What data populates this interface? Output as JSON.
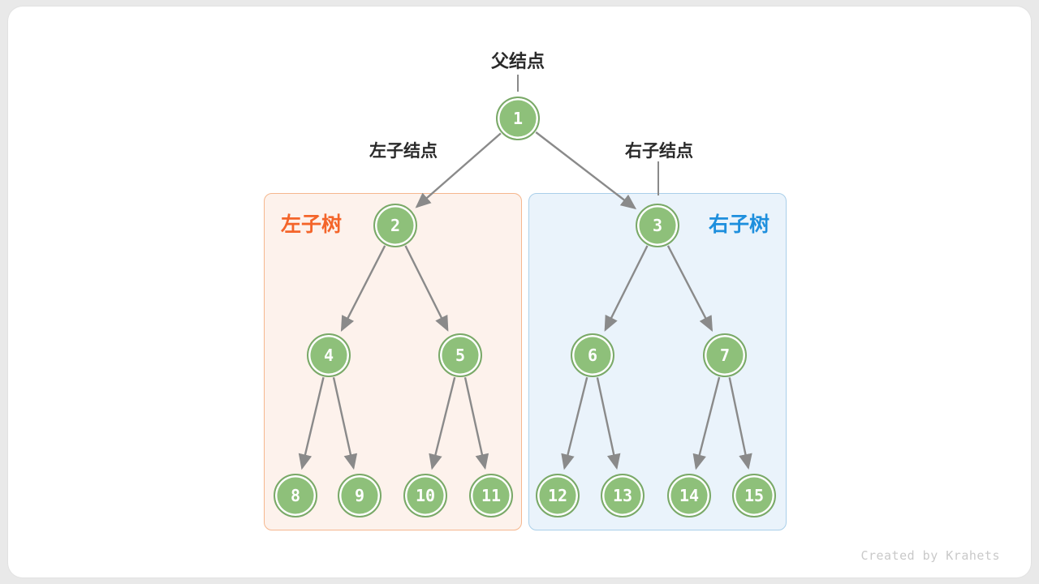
{
  "labels": {
    "parent_node": "父结点",
    "left_child_node": "左子结点",
    "right_child_node": "右子结点"
  },
  "subtrees": {
    "left": {
      "label": "左子树"
    },
    "right": {
      "label": "右子树"
    }
  },
  "node_values": [
    "1",
    "2",
    "3",
    "4",
    "5",
    "6",
    "7",
    "8",
    "9",
    "10",
    "11",
    "12",
    "13",
    "14",
    "15"
  ],
  "credit": "Created by Krahets",
  "colors": {
    "node_fill": "#8ec07a",
    "node_border": "#7aa968",
    "node_text": "#ffffff",
    "edge": "#8a8a8a",
    "title": "#2a2a2a",
    "left_accent": "#f4652a",
    "left_bg": "#fdf2ec",
    "left_border": "#f5b78e",
    "right_accent": "#1e8fdd",
    "right_bg": "#eaf3fb",
    "right_border": "#aacfe9",
    "credit": "#c9c9c9"
  }
}
